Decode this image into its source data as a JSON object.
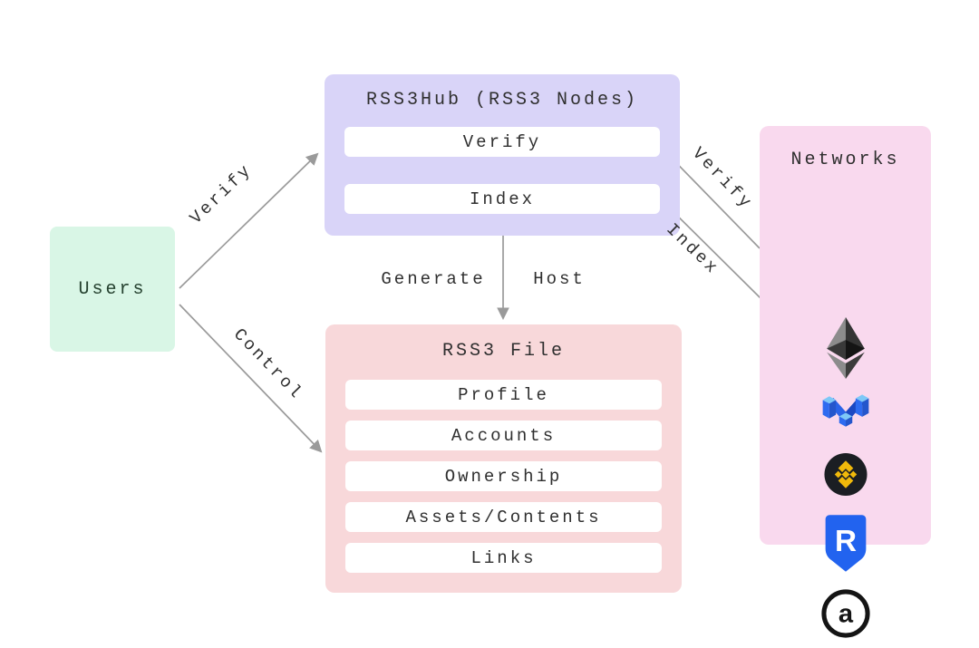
{
  "diagram": {
    "users": {
      "label": "Users",
      "bg": "#d9f6e6"
    },
    "hub": {
      "title": "RSS3Hub (RSS3 Nodes)",
      "bg": "#d9d4f8",
      "items": [
        {
          "label": "Verify"
        },
        {
          "label": "Index"
        }
      ]
    },
    "file": {
      "title": "RSS3 File",
      "bg": "#f8d8da",
      "items": [
        {
          "label": "Profile"
        },
        {
          "label": "Accounts"
        },
        {
          "label": "Ownership"
        },
        {
          "label": "Assets/Contents"
        },
        {
          "label": "Links"
        }
      ]
    },
    "networks": {
      "title": "Networks",
      "bg": "#f9d9ee",
      "icons": [
        {
          "name": "ethereum-icon"
        },
        {
          "name": "polygon-icon"
        },
        {
          "name": "binance-icon"
        },
        {
          "name": "ronin-icon"
        },
        {
          "name": "arweave-icon"
        }
      ]
    },
    "edges": {
      "users_to_hub": {
        "label": "Verify"
      },
      "users_to_file": {
        "label": "Control"
      },
      "hub_to_file_left": {
        "label": "Generate"
      },
      "hub_to_file_right": {
        "label": "Host"
      },
      "hub_to_networks_top": {
        "label": "Verify"
      },
      "hub_to_networks_bottom": {
        "label": "Index"
      }
    },
    "colors": {
      "arrow": "#9a9a9a",
      "text": "#2f2f2f",
      "subbox_bg": "#ffffff",
      "users_bg": "#d9f6e6",
      "hub_bg": "#d9d4f8",
      "file_bg": "#f8d8da",
      "networks_bg": "#f9d9ee",
      "ethereum_dark": "#343434",
      "polygon_blue": "#2e6bf0",
      "binance_gold": "#f0b90b",
      "binance_circle": "#1b1e23",
      "ronin_blue": "#2263ef",
      "arweave_ink": "#141414"
    }
  }
}
